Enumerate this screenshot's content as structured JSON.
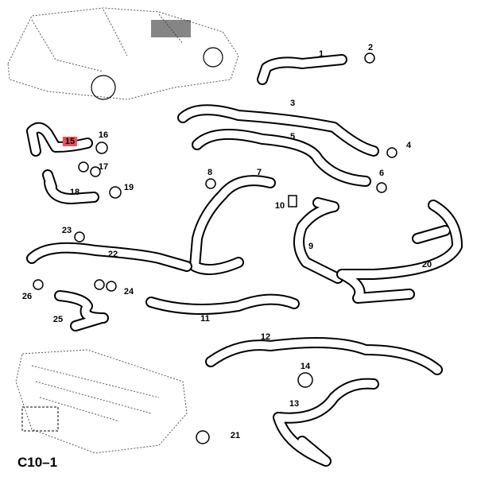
{
  "diagram": {
    "code": "C10–1",
    "highlight_color": "#f0505a",
    "labels": [
      "1",
      "2",
      "3",
      "4",
      "5",
      "6",
      "7",
      "8",
      "9",
      "10",
      "11",
      "12",
      "13",
      "14",
      "15",
      "16",
      "17",
      "18",
      "19",
      "20",
      "21",
      "22",
      "23",
      "24",
      "25",
      "26"
    ],
    "highlighted_label": "15"
  }
}
